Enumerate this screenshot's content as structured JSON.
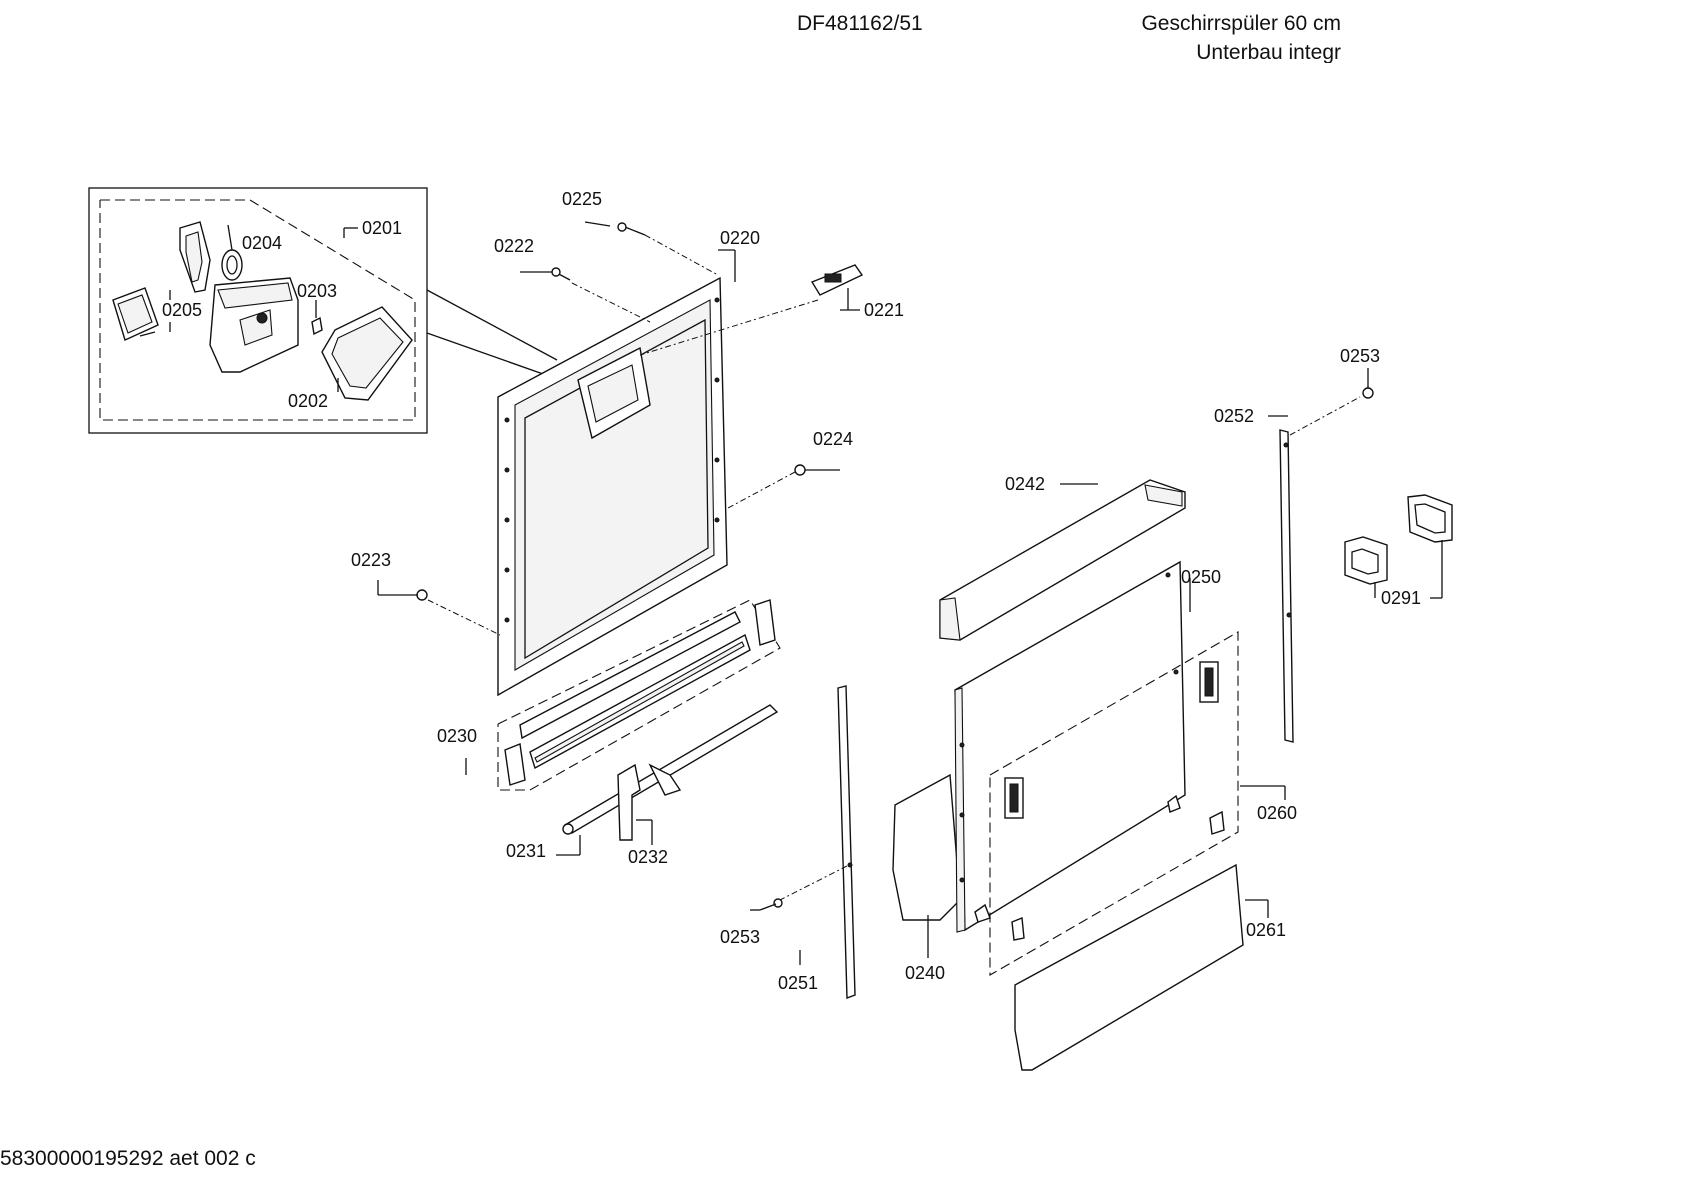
{
  "header": {
    "model": "DF481162/51",
    "title_line1": "Geschirrspüler 60 cm",
    "title_line2": "Unterbau integr"
  },
  "footer": {
    "code": "58300000195292 aet 002 c"
  },
  "parts": {
    "p0201": "0201",
    "p0202": "0202",
    "p0203": "0203",
    "p0204": "0204",
    "p0205": "0205",
    "p0220": "0220",
    "p0221": "0221",
    "p0222": "0222",
    "p0223": "0223",
    "p0224": "0224",
    "p0225": "0225",
    "p0230": "0230",
    "p0231": "0231",
    "p0232": "0232",
    "p0240": "0240",
    "p0242": "0242",
    "p0250": "0250",
    "p0251": "0251",
    "p0252": "0252",
    "p0253a": "0253",
    "p0253b": "0253",
    "p0260": "0260",
    "p0261": "0261",
    "p0291": "0291"
  }
}
